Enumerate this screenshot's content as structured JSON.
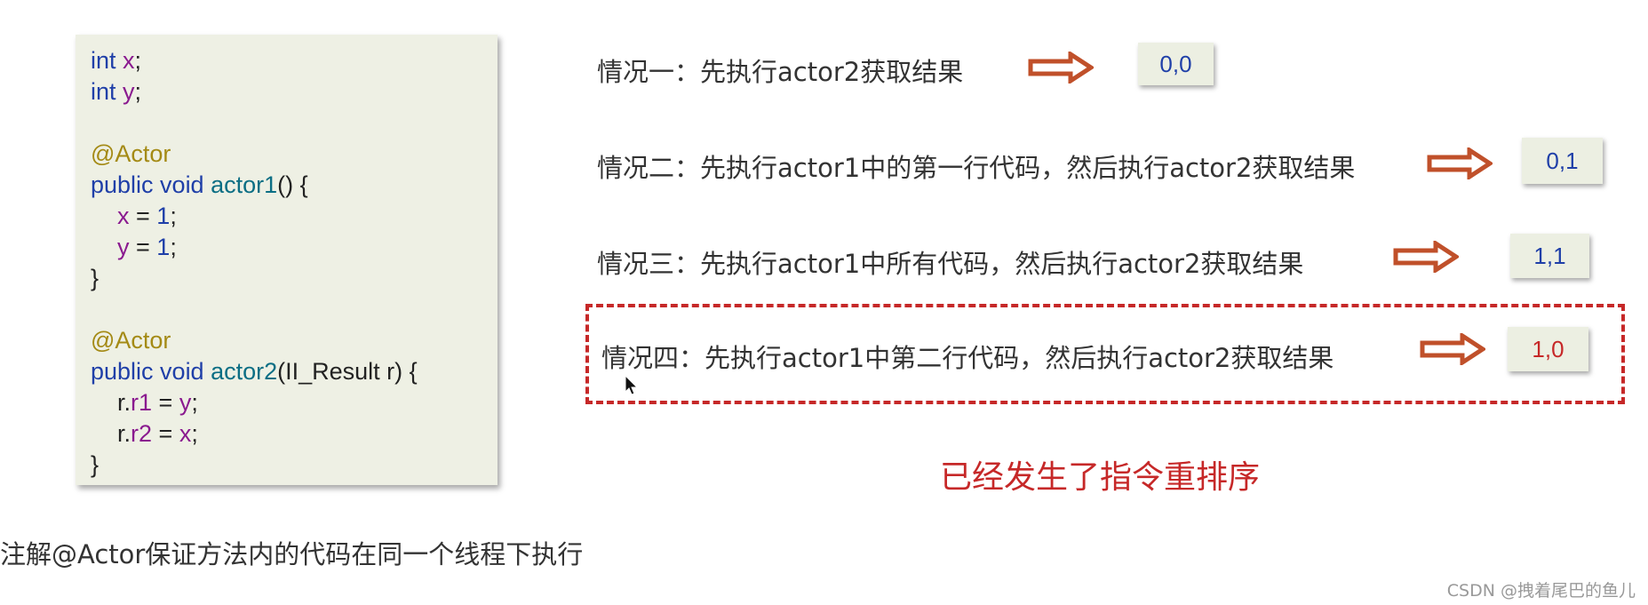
{
  "code": {
    "lines": [
      [
        {
          "t": "int",
          "c": "kw"
        },
        {
          "t": " "
        },
        {
          "t": "x",
          "c": "var"
        },
        {
          "t": ";",
          "c": "plain"
        }
      ],
      [
        {
          "t": "int",
          "c": "kw"
        },
        {
          "t": " "
        },
        {
          "t": "y",
          "c": "var"
        },
        {
          "t": ";",
          "c": "plain"
        }
      ],
      [],
      [
        {
          "t": "@Actor",
          "c": "ann"
        }
      ],
      [
        {
          "t": "public void ",
          "c": "kw"
        },
        {
          "t": "actor1",
          "c": "fn"
        },
        {
          "t": "() {",
          "c": "plain"
        }
      ],
      [
        {
          "t": "    "
        },
        {
          "t": "x",
          "c": "var"
        },
        {
          "t": " = ",
          "c": "plain"
        },
        {
          "t": "1",
          "c": "num"
        },
        {
          "t": ";",
          "c": "plain"
        }
      ],
      [
        {
          "t": "    "
        },
        {
          "t": "y",
          "c": "var"
        },
        {
          "t": " = ",
          "c": "plain"
        },
        {
          "t": "1",
          "c": "num"
        },
        {
          "t": ";",
          "c": "plain"
        }
      ],
      [
        {
          "t": "}",
          "c": "plain"
        }
      ],
      [],
      [
        {
          "t": "@Actor",
          "c": "ann"
        }
      ],
      [
        {
          "t": "public void ",
          "c": "kw"
        },
        {
          "t": "actor2",
          "c": "fn"
        },
        {
          "t": "(II_Result r) {",
          "c": "plain"
        }
      ],
      [
        {
          "t": "    r.",
          "c": "plain"
        },
        {
          "t": "r1",
          "c": "var"
        },
        {
          "t": " = ",
          "c": "plain"
        },
        {
          "t": "y",
          "c": "var"
        },
        {
          "t": ";",
          "c": "plain"
        }
      ],
      [
        {
          "t": "    r.",
          "c": "plain"
        },
        {
          "t": "r2",
          "c": "var"
        },
        {
          "t": " = ",
          "c": "plain"
        },
        {
          "t": "x",
          "c": "var"
        },
        {
          "t": ";",
          "c": "plain"
        }
      ],
      [
        {
          "t": "}",
          "c": "plain"
        }
      ]
    ]
  },
  "cases": [
    {
      "text": "情况一：先执行actor2获取结果",
      "result": "0,0"
    },
    {
      "text": "情况二：先执行actor1中的第一行代码，然后执行actor2获取结果",
      "result": "0,1"
    },
    {
      "text": "情况三：先执行actor1中所有代码，然后执行actor2获取结果",
      "result": "1,1"
    },
    {
      "text": "情况四：先执行actor1中第二行代码，然后执行actor2获取结果",
      "result": "1,0"
    }
  ],
  "warning": "已经发生了指令重排序",
  "note": "注解@Actor保证方法内的代码在同一个线程下执行",
  "watermark": "CSDN @拽着尾巴的鱼儿",
  "colors": {
    "accent_red": "#c62828",
    "arrow": "#c0502a",
    "code_bg": "#eef0e4"
  }
}
